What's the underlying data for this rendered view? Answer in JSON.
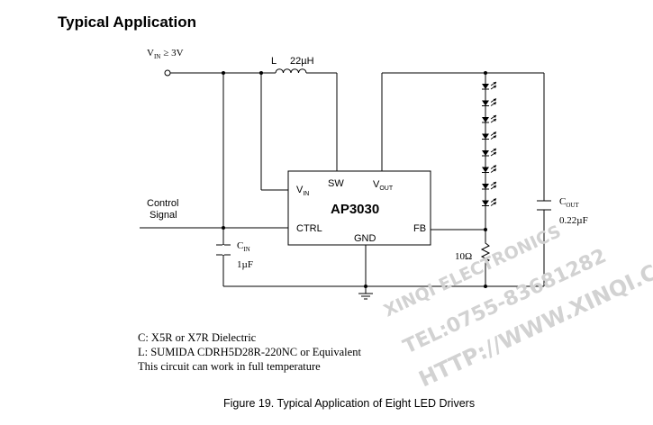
{
  "heading": "Typical Application",
  "input": {
    "label": "V",
    "sub": "IN",
    "cond": "≥ 3V"
  },
  "inductor": {
    "ref": "L",
    "value": "22µH"
  },
  "ic": {
    "name": "AP3030",
    "pins": {
      "vin": {
        "label": "V",
        "sub": "IN"
      },
      "sw": "SW",
      "vout": {
        "label": "V",
        "sub": "OUT"
      },
      "ctrl": "CTRL",
      "gnd": "GND",
      "fb": "FB"
    }
  },
  "control_signal": {
    "line1": "Control",
    "line2": "Signal"
  },
  "cin": {
    "label": "C",
    "sub": "IN",
    "value": "1µF"
  },
  "cout": {
    "label": "C",
    "sub": "OUT",
    "value": "0.22µF"
  },
  "sense_resistor": "10Ω",
  "led_count": 8,
  "notes": [
    "C: X5R or X7R Dielectric",
    "L: SUMIDA CDRH5D28R-220NC or Equivalent",
    "This circuit can work in full temperature"
  ],
  "caption": "Figure 19. Typical Application of  Eight LED Drivers",
  "watermark": {
    "line1": "XINQI ELECTRONICS",
    "line2": "TEL:0755-83681282",
    "line3": "HTTP://WWW.XINQI.CN"
  }
}
